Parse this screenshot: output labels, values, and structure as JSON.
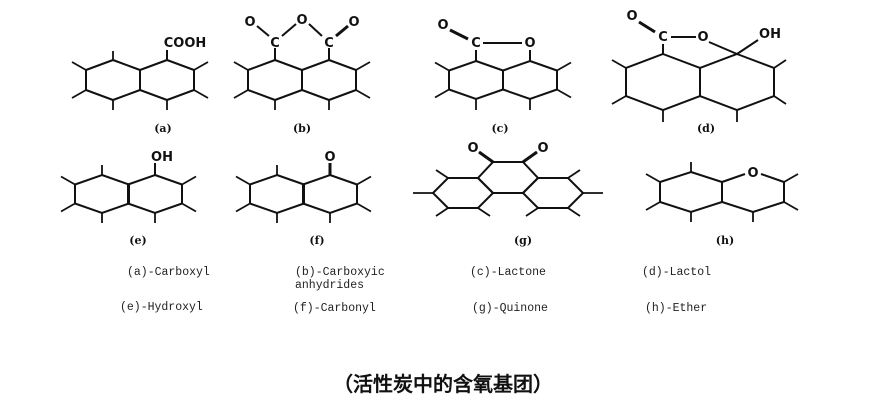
{
  "structures": [
    {
      "id": "a",
      "tag": "(a)",
      "group": "COOH",
      "name": "(a)-Carboxyl"
    },
    {
      "id": "b",
      "tag": "(b)",
      "atoms": [
        "O",
        "O",
        "O",
        "C",
        "C"
      ],
      "name": "(b)-Carboxyic\nanhydrides"
    },
    {
      "id": "c",
      "tag": "(c)",
      "atoms": [
        "O",
        "C",
        "O"
      ],
      "name": "(c)-Lactone"
    },
    {
      "id": "d",
      "tag": "(d)",
      "atoms": [
        "O",
        "C",
        "O"
      ],
      "group": "OH",
      "name": "(d)-Lactol"
    },
    {
      "id": "e",
      "tag": "(e)",
      "group": "OH",
      "name": "(e)-Hydroxyl"
    },
    {
      "id": "f",
      "tag": "(f)",
      "group": "O",
      "name": "(f)-Carbonyl"
    },
    {
      "id": "g",
      "tag": "(g)",
      "atoms": [
        "O",
        "O"
      ],
      "name": "(g)-Quinone"
    },
    {
      "id": "h",
      "tag": "(h)",
      "group": "O",
      "name": "(h)-Ether"
    }
  ],
  "caption": "（活性炭中的含氧基团）"
}
